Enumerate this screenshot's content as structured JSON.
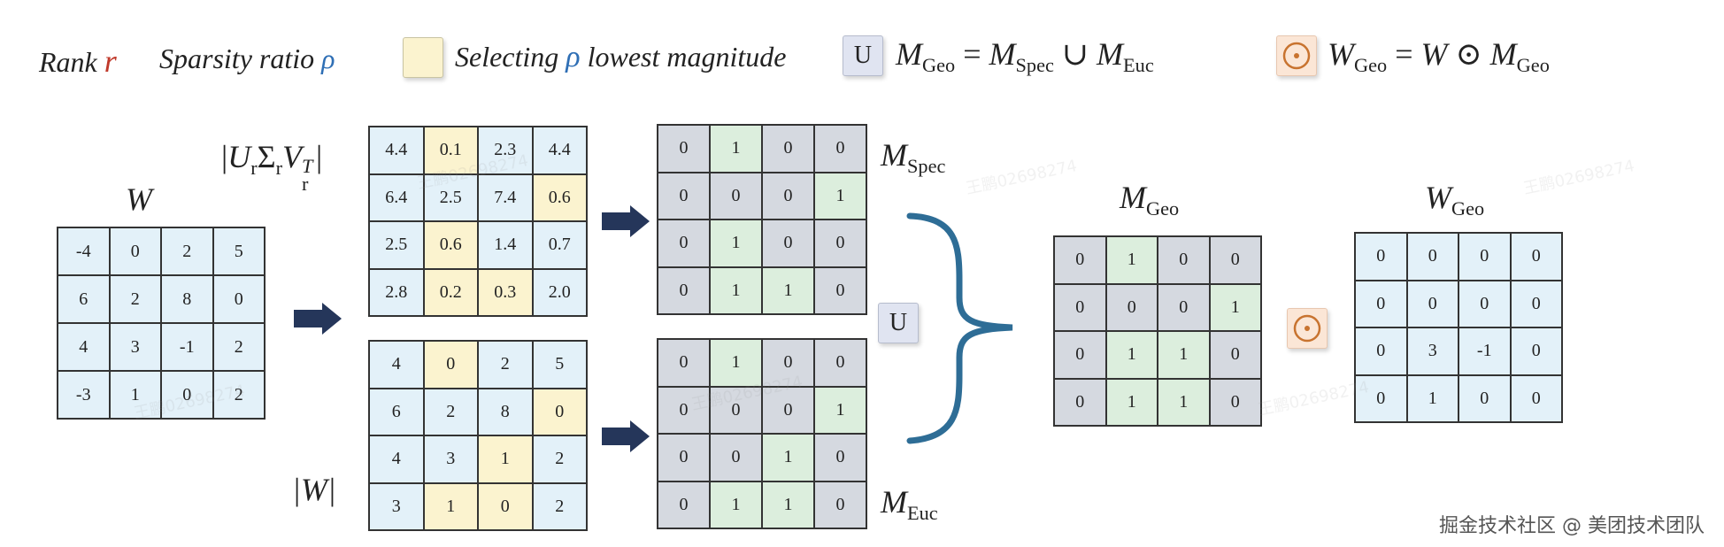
{
  "legend": {
    "rank_label": "Rank",
    "rank_symbol": "r",
    "sparsity_label": "Sparsity ratio",
    "sparsity_symbol": "ρ",
    "selecting_prefix": "Selecting",
    "selecting_symbol": "ρ",
    "selecting_suffix": "lowest magnitude",
    "union_symbol": "U",
    "union_eq": {
      "lhs": "M",
      "lhs_sub": "Geo",
      "eq": "=",
      "a": "M",
      "a_sub": "Spec",
      "op": "∪",
      "b": "M",
      "b_sub": "Euc"
    },
    "odot_symbol": "⊙",
    "hadamard_eq": {
      "lhs": "W",
      "lhs_sub": "Geo",
      "eq": "=",
      "a": "W",
      "op": "⊙",
      "b": "M",
      "b_sub": "Geo"
    },
    "colors": {
      "rank": "#c0392b",
      "rho": "#2f6fb5",
      "yellow": "#fbf3cf",
      "odot": "#c8732f"
    }
  },
  "labels": {
    "W": "W",
    "svd": {
      "open": "|",
      "U": "U",
      "U_sub": "r",
      "Sigma": "Σ",
      "Sigma_sub": "r",
      "V": "V",
      "V_sub": "r",
      "V_sup": "T",
      "close": "|"
    },
    "absW": "|W|",
    "M_spec": {
      "main": "M",
      "sub": "Spec"
    },
    "M_euc": {
      "main": "M",
      "sub": "Euc"
    },
    "M_geo": {
      "main": "M",
      "sub": "Geo"
    },
    "W_geo": {
      "main": "W",
      "sub": "Geo"
    },
    "union_box": "U",
    "odot_box": "⊙"
  },
  "matrices": {
    "W": {
      "values": [
        [
          "-4",
          "0",
          "2",
          "5"
        ],
        [
          "6",
          "2",
          "8",
          "0"
        ],
        [
          "4",
          "3",
          "-1",
          "2"
        ],
        [
          "-3",
          "1",
          "0",
          "2"
        ]
      ]
    },
    "svd": {
      "values": [
        [
          "4.4",
          "0.1",
          "2.3",
          "4.4"
        ],
        [
          "6.4",
          "2.5",
          "7.4",
          "0.6"
        ],
        [
          "2.5",
          "0.6",
          "1.4",
          "0.7"
        ],
        [
          "2.8",
          "0.2",
          "0.3",
          "2.0"
        ]
      ],
      "highlight": [
        [
          0,
          1,
          0,
          0
        ],
        [
          0,
          0,
          0,
          1
        ],
        [
          0,
          1,
          0,
          0
        ],
        [
          0,
          1,
          1,
          0
        ]
      ]
    },
    "absW": {
      "values": [
        [
          "4",
          "0",
          "2",
          "5"
        ],
        [
          "6",
          "2",
          "8",
          "0"
        ],
        [
          "4",
          "3",
          "1",
          "2"
        ],
        [
          "3",
          "1",
          "0",
          "2"
        ]
      ],
      "highlight": [
        [
          0,
          1,
          0,
          0
        ],
        [
          0,
          0,
          0,
          1
        ],
        [
          0,
          0,
          1,
          0
        ],
        [
          0,
          1,
          1,
          0
        ]
      ]
    },
    "M_spec": {
      "values": [
        [
          "0",
          "1",
          "0",
          "0"
        ],
        [
          "0",
          "0",
          "0",
          "1"
        ],
        [
          "0",
          "1",
          "0",
          "0"
        ],
        [
          "0",
          "1",
          "1",
          "0"
        ]
      ]
    },
    "M_euc": {
      "values": [
        [
          "0",
          "1",
          "0",
          "0"
        ],
        [
          "0",
          "0",
          "0",
          "1"
        ],
        [
          "0",
          "0",
          "1",
          "0"
        ],
        [
          "0",
          "1",
          "1",
          "0"
        ]
      ]
    },
    "M_geo": {
      "values": [
        [
          "0",
          "1",
          "0",
          "0"
        ],
        [
          "0",
          "0",
          "0",
          "1"
        ],
        [
          "0",
          "1",
          "1",
          "0"
        ],
        [
          "0",
          "1",
          "1",
          "0"
        ]
      ]
    },
    "W_geo": {
      "values": [
        [
          "0",
          "0",
          "0",
          "0"
        ],
        [
          "0",
          "0",
          "0",
          "0"
        ],
        [
          "0",
          "3",
          "-1",
          "0"
        ],
        [
          "0",
          "1",
          "0",
          "0"
        ]
      ]
    }
  },
  "watermarks": [
    "王鹏02698274",
    "王鹏02698274",
    "王鹏02698274",
    "王鹏02698274",
    "王鹏02698274",
    "王鹏02698274"
  ],
  "footer": "掘金技术社区 @ 美团技术团队"
}
